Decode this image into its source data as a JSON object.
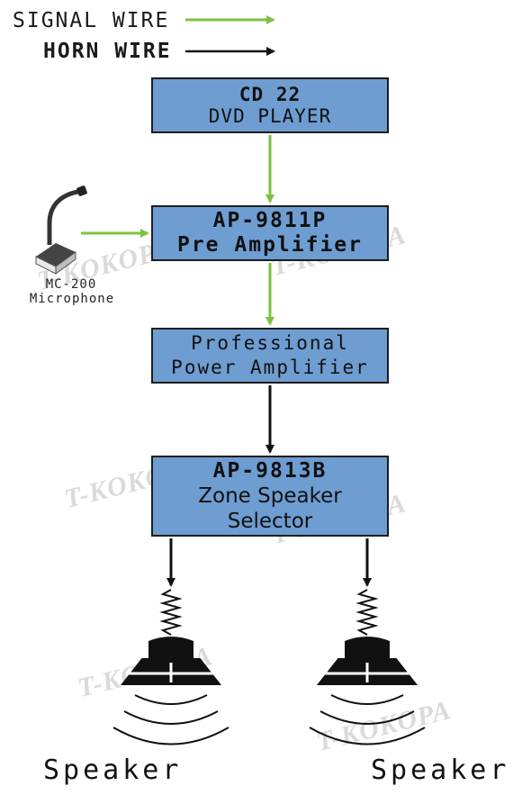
{
  "legend": {
    "signal_label": "SIGNAL WIRE",
    "horn_label": "HORN WIRE",
    "signal_color": "#7dc242",
    "horn_color": "#111111"
  },
  "blocks": {
    "dvd": {
      "line1": "CD 22",
      "line2": "DVD PLAYER"
    },
    "pre": {
      "line1": "AP-9811P",
      "line2": "Pre Amplifier"
    },
    "power": {
      "line1": "Professional",
      "line2": "Power Amplifier"
    },
    "zone": {
      "line1": "AP-9813B",
      "line2": "Zone Speaker",
      "line3": "Selector"
    }
  },
  "microphone": {
    "model": "MC-200",
    "label": "Microphone",
    "icon": "desk-microphone-icon"
  },
  "speakers": [
    {
      "label": "Speaker",
      "icon": "horn-speaker-icon"
    },
    {
      "label": "Speaker",
      "icon": "horn-speaker-icon"
    }
  ],
  "watermark": "T-KOKOPA",
  "colors": {
    "block_fill": "#6e9dd2",
    "signal": "#7dc242",
    "horn": "#111111"
  }
}
